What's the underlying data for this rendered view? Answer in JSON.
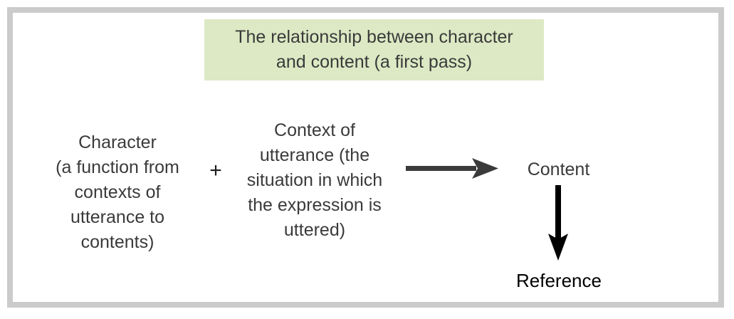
{
  "title": {
    "text": "The relationship between character\nand content (a first pass)"
  },
  "nodes": {
    "character": "Character\n(a function from\ncontexts of\nutterance to\ncontents)",
    "operator": "+",
    "context_of_utterance": "Context of\nutterance (the\nsituation in which\nthe expression is\nuttered)",
    "content": "Content",
    "reference": "Reference"
  },
  "colors": {
    "frame_border": "#cbcbcb",
    "title_background": "#dce9c4",
    "text_primary": "#3a3a3a",
    "text_emphasis": "#000000",
    "arrow_horizontal": "#3a3a3a",
    "arrow_vertical": "#000000"
  }
}
